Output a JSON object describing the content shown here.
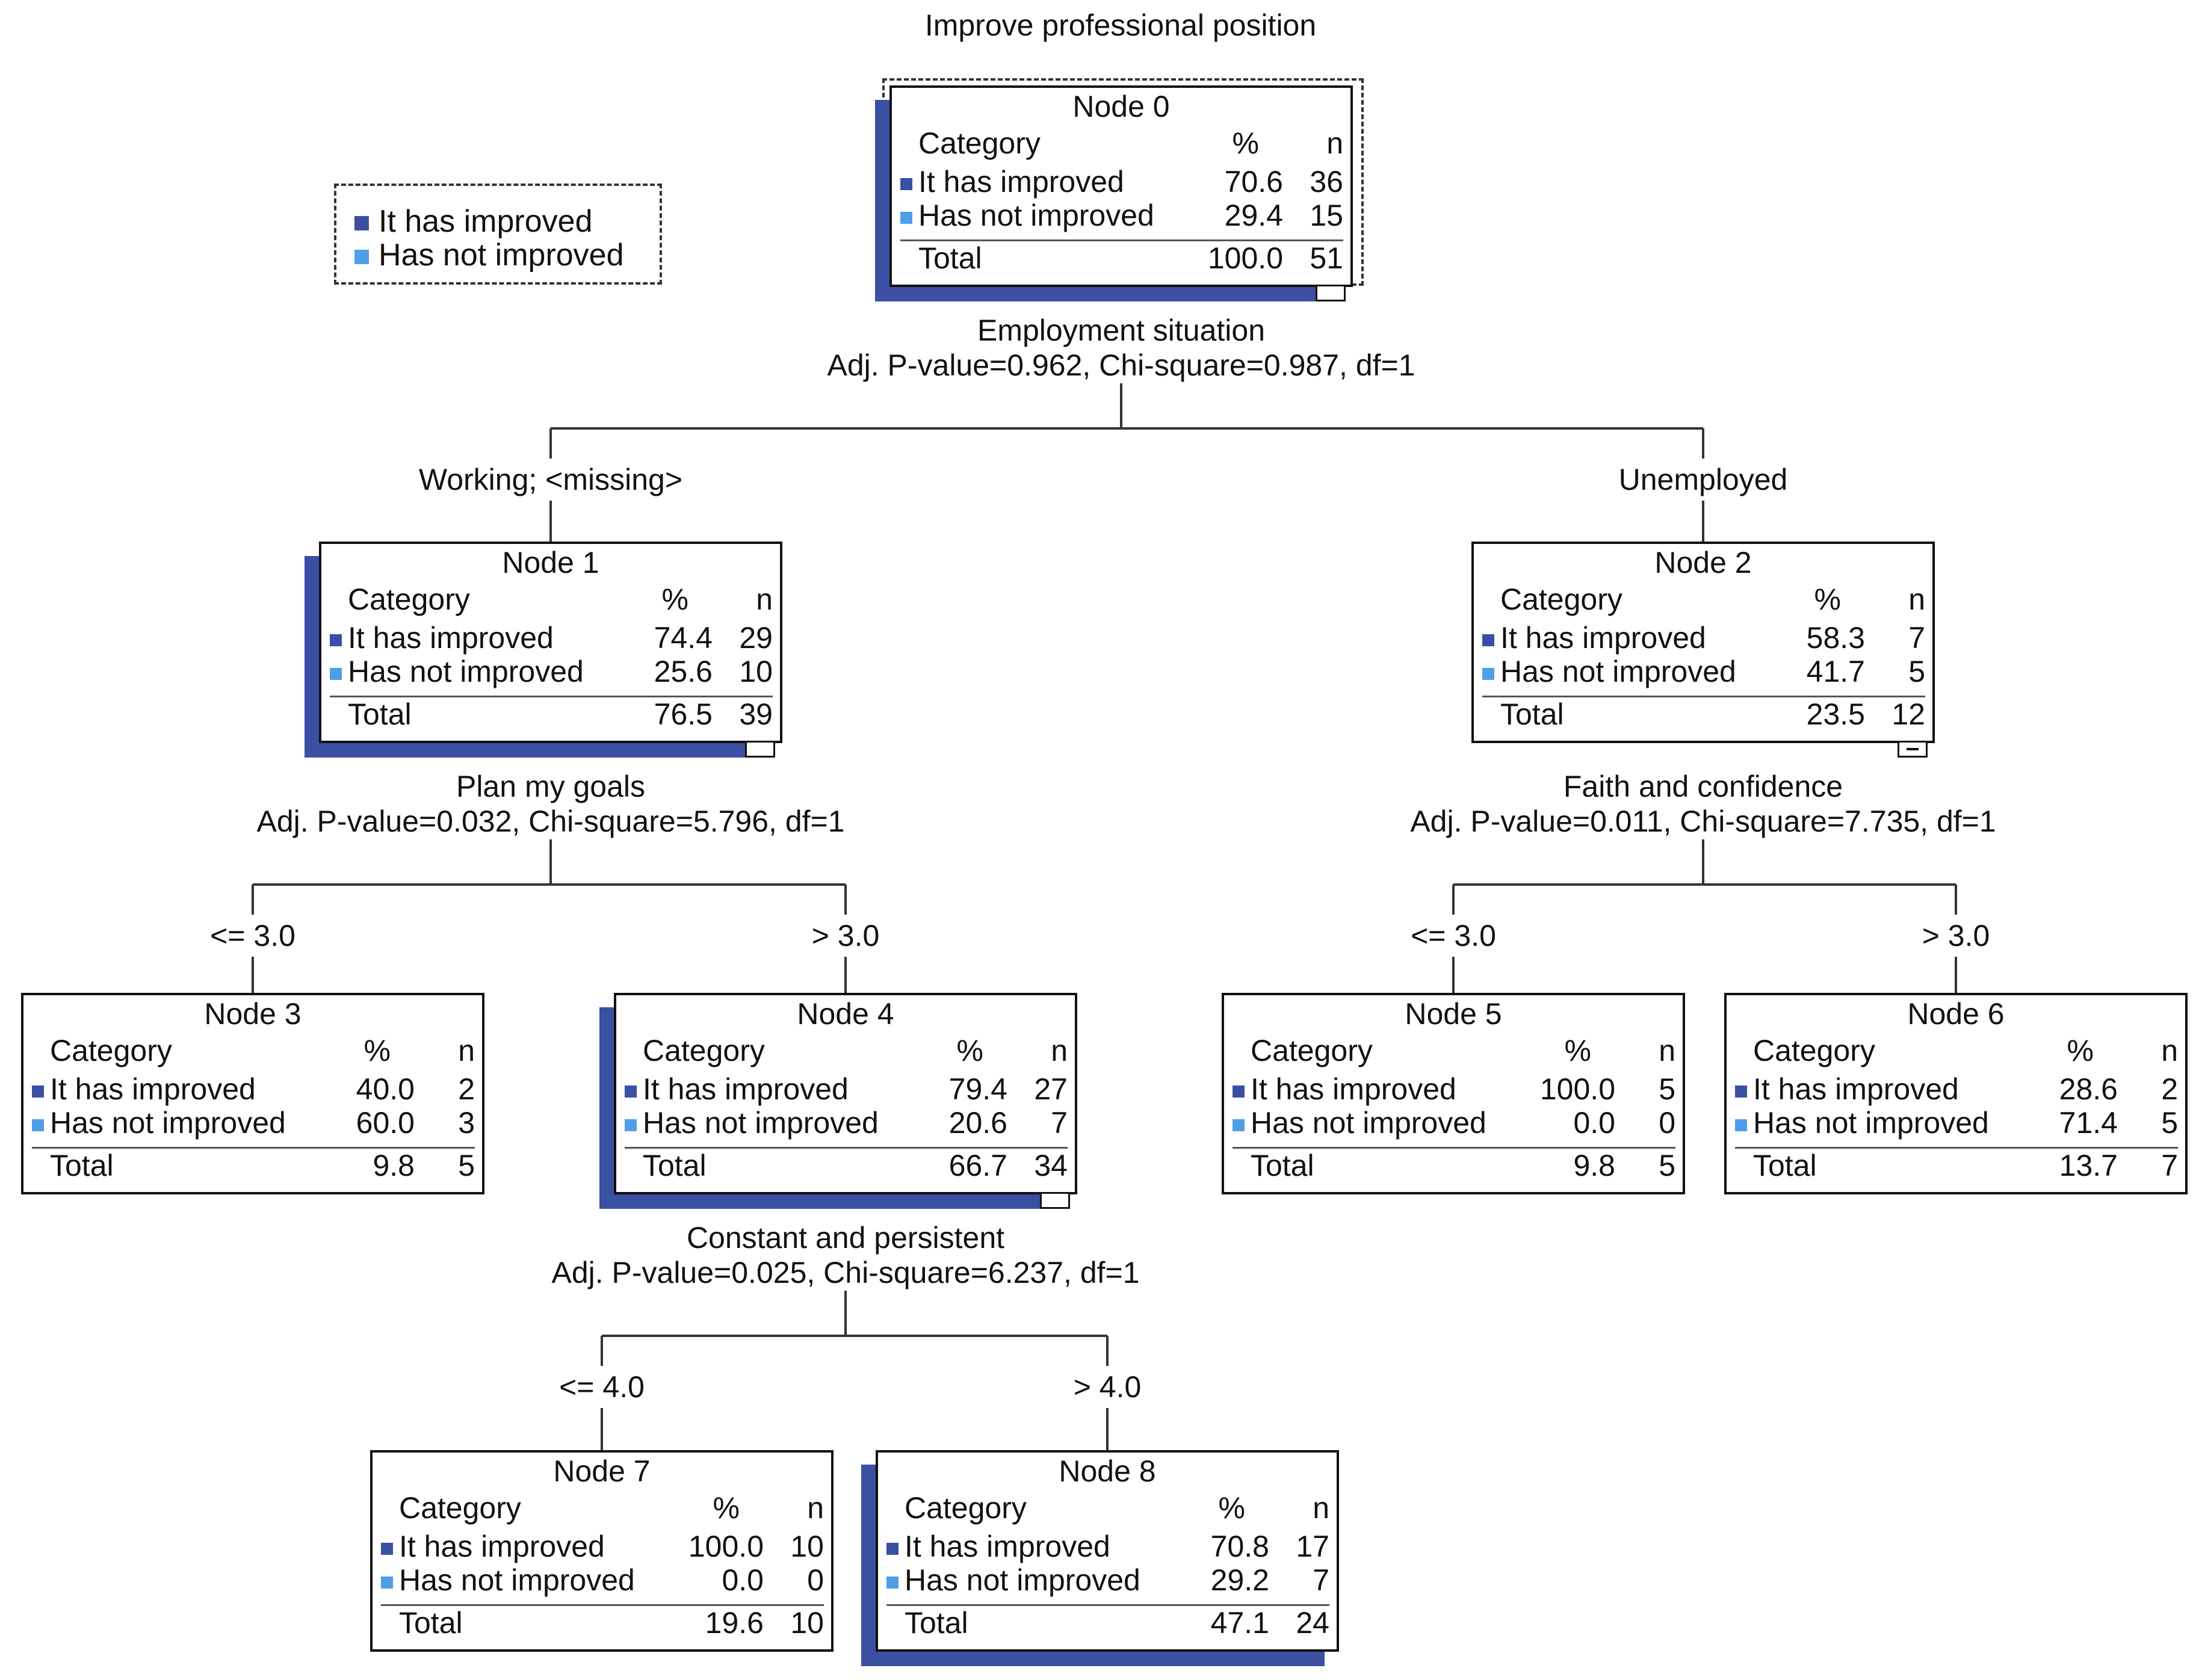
{
  "title": "Improve professional position",
  "colors": {
    "improved": "#3b4fa3",
    "not_improved": "#4e9ee8",
    "highlight": "#ebe6d2",
    "selected_border": "#3b4fa3"
  },
  "legend": {
    "items": [
      "It has improved",
      "Has not improved"
    ]
  },
  "table_headers": {
    "category": "Category",
    "pct": "%",
    "n": "n"
  },
  "nodes": [
    {
      "id": 0,
      "title": "Node 0",
      "rows": [
        {
          "label": "It has improved",
          "pct": "70.6",
          "n": "36"
        },
        {
          "label": "Has not improved",
          "pct": "29.4",
          "n": "15"
        }
      ],
      "total": {
        "label": "Total",
        "pct": "100.0",
        "n": "51"
      },
      "highlight_row": 0,
      "selected": true
    },
    {
      "id": 1,
      "title": "Node 1",
      "rows": [
        {
          "label": "It has improved",
          "pct": "74.4",
          "n": "29"
        },
        {
          "label": "Has not improved",
          "pct": "25.6",
          "n": "10"
        }
      ],
      "total": {
        "label": "Total",
        "pct": "76.5",
        "n": "39"
      },
      "highlight_row": 0,
      "selected": true
    },
    {
      "id": 2,
      "title": "Node 2",
      "rows": [
        {
          "label": "It has improved",
          "pct": "58.3",
          "n": "7"
        },
        {
          "label": "Has not improved",
          "pct": "41.7",
          "n": "5"
        }
      ],
      "total": {
        "label": "Total",
        "pct": "23.5",
        "n": "12"
      },
      "highlight_row": 0,
      "selected": false
    },
    {
      "id": 3,
      "title": "Node 3",
      "rows": [
        {
          "label": "It has improved",
          "pct": "40.0",
          "n": "2"
        },
        {
          "label": "Has not improved",
          "pct": "60.0",
          "n": "3"
        }
      ],
      "total": {
        "label": "Total",
        "pct": "9.8",
        "n": "5"
      },
      "highlight_row": 1,
      "selected": false
    },
    {
      "id": 4,
      "title": "Node 4",
      "rows": [
        {
          "label": "It has improved",
          "pct": "79.4",
          "n": "27"
        },
        {
          "label": "Has not improved",
          "pct": "20.6",
          "n": "7"
        }
      ],
      "total": {
        "label": "Total",
        "pct": "66.7",
        "n": "34"
      },
      "highlight_row": 0,
      "selected": true
    },
    {
      "id": 5,
      "title": "Node 5",
      "rows": [
        {
          "label": "It has improved",
          "pct": "100.0",
          "n": "5"
        },
        {
          "label": "Has not improved",
          "pct": "0.0",
          "n": "0"
        }
      ],
      "total": {
        "label": "Total",
        "pct": "9.8",
        "n": "5"
      },
      "highlight_row": 0,
      "selected": false
    },
    {
      "id": 6,
      "title": "Node 6",
      "rows": [
        {
          "label": "It has improved",
          "pct": "28.6",
          "n": "2"
        },
        {
          "label": "Has not improved",
          "pct": "71.4",
          "n": "5"
        }
      ],
      "total": {
        "label": "Total",
        "pct": "13.7",
        "n": "7"
      },
      "highlight_row": 1,
      "selected": false
    },
    {
      "id": 7,
      "title": "Node 7",
      "rows": [
        {
          "label": "It has improved",
          "pct": "100.0",
          "n": "10"
        },
        {
          "label": "Has not improved",
          "pct": "0.0",
          "n": "0"
        }
      ],
      "total": {
        "label": "Total",
        "pct": "19.6",
        "n": "10"
      },
      "highlight_row": 0,
      "selected": false
    },
    {
      "id": 8,
      "title": "Node 8",
      "rows": [
        {
          "label": "It has improved",
          "pct": "70.8",
          "n": "17"
        },
        {
          "label": "Has not improved",
          "pct": "29.2",
          "n": "7"
        }
      ],
      "total": {
        "label": "Total",
        "pct": "47.1",
        "n": "24"
      },
      "highlight_row": 0,
      "selected": true
    }
  ],
  "splits": [
    {
      "parent": 0,
      "variable": "Employment situation",
      "stats": "Adj. P-value=0.962, Chi-square=0.987, df=1",
      "branches": [
        "Working; <missing>",
        "Unemployed"
      ]
    },
    {
      "parent": 1,
      "variable": "Plan my goals",
      "stats": "Adj. P-value=0.032, Chi-square=5.796, df=1",
      "branches": [
        "<= 3.0",
        "> 3.0"
      ]
    },
    {
      "parent": 2,
      "variable": "Faith and confidence",
      "stats": "Adj. P-value=0.011, Chi-square=7.735, df=1",
      "branches": [
        "<= 3.0",
        "> 3.0"
      ]
    },
    {
      "parent": 4,
      "variable": "Constant and persistent",
      "stats": "Adj. P-value=0.025, Chi-square=6.237, df=1",
      "branches": [
        "<= 4.0",
        "> 4.0"
      ]
    }
  ]
}
